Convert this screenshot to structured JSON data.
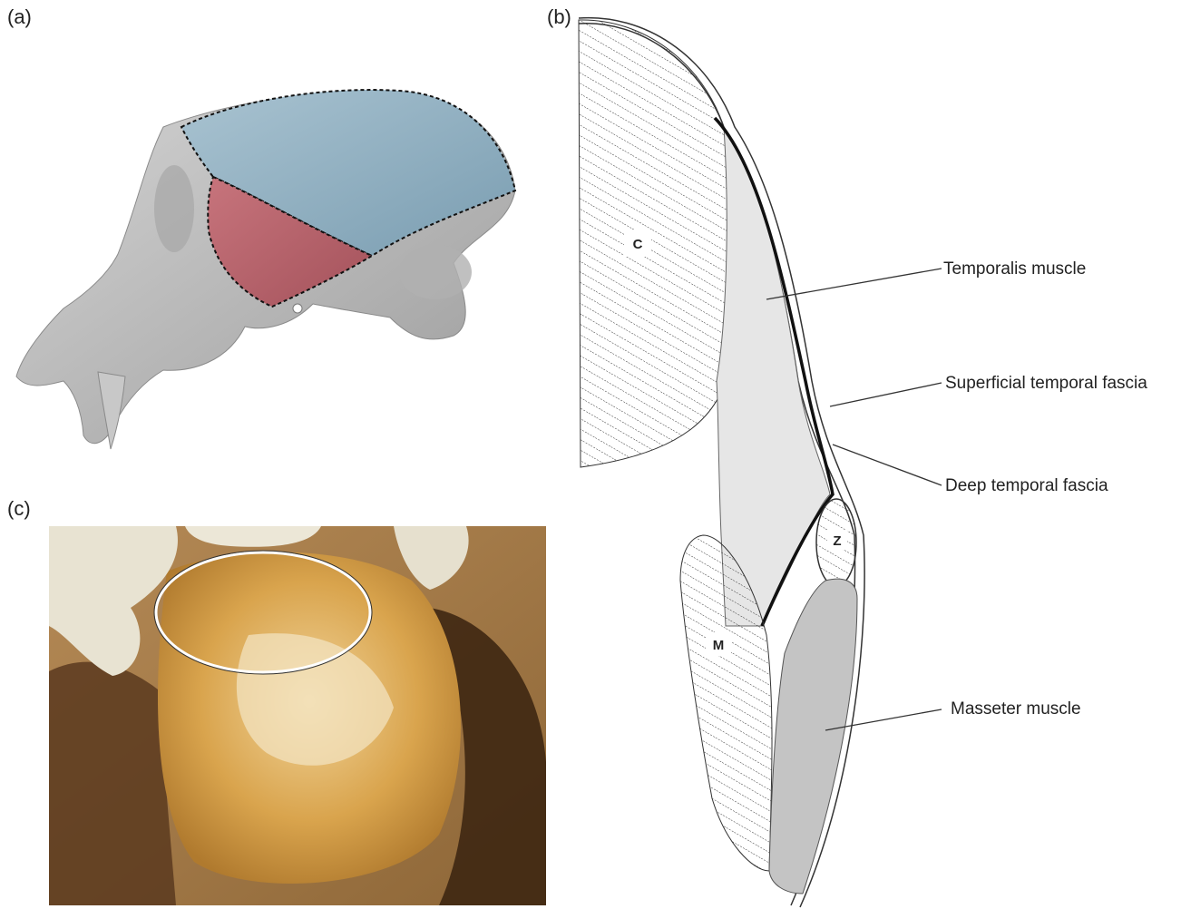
{
  "panels": {
    "a": {
      "label": "(a)"
    },
    "b": {
      "label": "(b)",
      "regions": {
        "c": "C",
        "m": "M",
        "z": "Z"
      },
      "callouts": {
        "temporalis": "Temporalis muscle",
        "superficial_fascia": "Superficial temporal fascia",
        "deep_fascia": "Deep temporal fascia",
        "masseter": "Masseter muscle"
      }
    },
    "c": {
      "label": "(c)"
    }
  },
  "colors": {
    "blue_region": "#8fb0c2",
    "red_region": "#b86069",
    "bone": "#bdbdbd",
    "temporalis_fill": "#e6e6e6",
    "masseter_fill": "#c4c4c4",
    "photo_tissue": "#d7a552",
    "photo_wood": "#a67a4a"
  }
}
